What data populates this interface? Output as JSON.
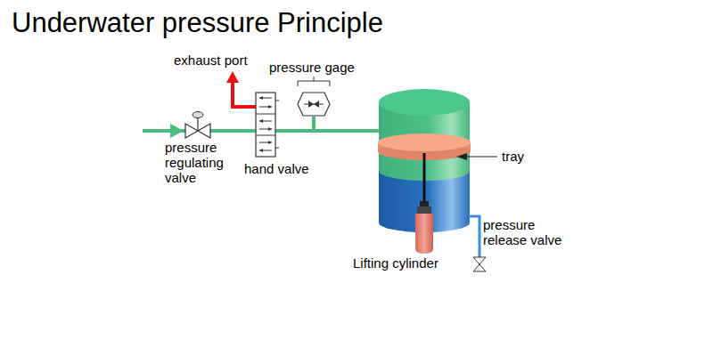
{
  "diagram": {
    "title": "Underwater pressure Principle",
    "labels": [
      "exhaust port",
      "pressure gage",
      "pressure regulating valve",
      "hand valve",
      "tray",
      "pressure release valve",
      "Lifting cylinder"
    ]
  }
}
